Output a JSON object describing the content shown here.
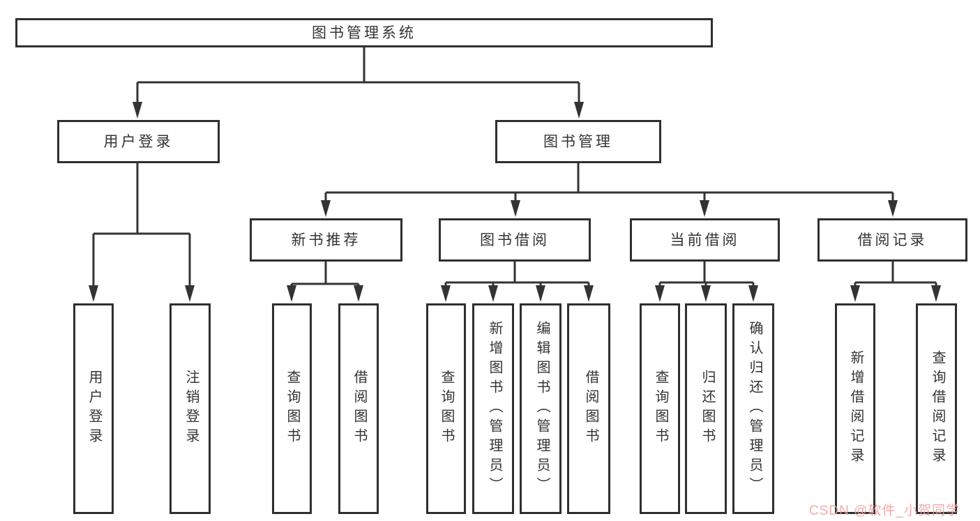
{
  "diagram": {
    "type": "tree",
    "line_color": "#333333",
    "box_border_color": "#2f2f2f",
    "box_fill": "#ffffff",
    "text_color": "#333333",
    "nodes": {
      "root": {
        "label": "图书管理系统"
      },
      "level2": [
        {
          "label": "用户登录"
        },
        {
          "label": "图书管理"
        }
      ],
      "level3": [
        {
          "label": "新书推荐"
        },
        {
          "label": "图书借阅"
        },
        {
          "label": "当前借阅"
        },
        {
          "label": "借阅记录"
        }
      ],
      "leaves": [
        {
          "label": "用户登录",
          "parent": "用户登录"
        },
        {
          "label": "注销登录",
          "parent": "用户登录"
        },
        {
          "label": "查询图书",
          "parent": "新书推荐"
        },
        {
          "label": "借阅图书",
          "parent": "新书推荐"
        },
        {
          "label": "查询图书",
          "parent": "图书借阅"
        },
        {
          "label": "新增图书（管理员）",
          "parent": "图书借阅"
        },
        {
          "label": "编辑图书（管理员）",
          "parent": "图书借阅"
        },
        {
          "label": "借阅图书",
          "parent": "图书借阅"
        },
        {
          "label": "查询图书",
          "parent": "当前借阅"
        },
        {
          "label": "归还图书",
          "parent": "当前借阅"
        },
        {
          "label": "确认归还（管理员）",
          "parent": "当前借阅"
        },
        {
          "label": "新增借阅记录",
          "parent": "借阅记录"
        },
        {
          "label": "查询借阅记录",
          "parent": "借阅记录"
        }
      ]
    },
    "watermark": {
      "text": "CSDN @软件_小贺同学",
      "color": "#f2a0a0"
    }
  }
}
